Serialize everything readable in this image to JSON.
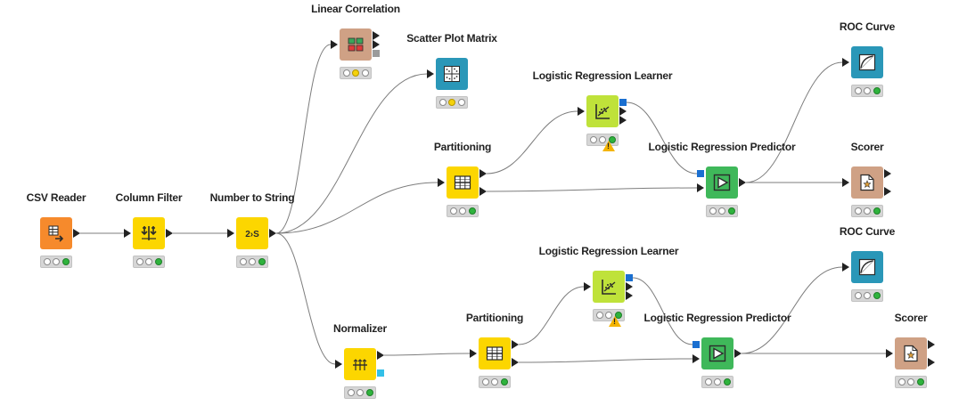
{
  "colors": {
    "reader": "#f68a2c",
    "manipulator": "#fcd600",
    "learner": "#bfe23a",
    "predictor": "#3fb85a",
    "visualizer": "#2a97b8",
    "other": "#cfa185",
    "model_port": "#1a6fd0",
    "data_port": "#222222",
    "gray_port": "#9b9b9b",
    "cyan_port": "#33c0e8",
    "warning": "#f4b400"
  },
  "nodes": [
    {
      "id": "csv_reader",
      "label": "CSV Reader",
      "kind": "reader",
      "icon": "table-arrow-icon",
      "status": [
        "off",
        "off",
        "green"
      ],
      "inputs": 0,
      "outputs": [
        "data"
      ]
    },
    {
      "id": "column_filter",
      "label": "Column Filter",
      "kind": "manipulator",
      "icon": "column-filter-icon",
      "status": [
        "off",
        "off",
        "green"
      ],
      "inputs": 1,
      "outputs": [
        "data"
      ]
    },
    {
      "id": "number_to_string",
      "label": "Number to String",
      "kind": "manipulator",
      "icon": "number-to-string-icon",
      "icon_text": "2›S",
      "status": [
        "off",
        "off",
        "green"
      ],
      "inputs": 1,
      "outputs": [
        "data"
      ]
    },
    {
      "id": "linear_correlation",
      "label": "Linear Correlation",
      "kind": "other",
      "icon": "correlation-matrix-icon",
      "status": [
        "off",
        "yellow",
        "off"
      ],
      "inputs": 1,
      "outputs": [
        "data",
        "data",
        "gray"
      ]
    },
    {
      "id": "scatter_plot_matrix",
      "label": "Scatter Plot Matrix",
      "kind": "visualizer",
      "icon": "scatter-matrix-icon",
      "status": [
        "off",
        "yellow",
        "off"
      ],
      "inputs": 1,
      "outputs": []
    },
    {
      "id": "partitioning_1",
      "label": "Partitioning",
      "kind": "manipulator",
      "icon": "partition-icon",
      "status": [
        "off",
        "off",
        "green"
      ],
      "inputs": 1,
      "outputs": [
        "data",
        "data"
      ]
    },
    {
      "id": "lr_learner_1",
      "label": "Logistic Regression Learner",
      "kind": "learner",
      "icon": "regression-learner-icon",
      "status": [
        "off",
        "off",
        "green"
      ],
      "warning": true,
      "inputs": 1,
      "outputs": [
        "model",
        "data",
        "data"
      ]
    },
    {
      "id": "lr_predictor_1",
      "label": "Logistic Regression Predictor",
      "kind": "predictor",
      "icon": "predictor-icon",
      "status": [
        "off",
        "off",
        "green"
      ],
      "inputs": 2,
      "outputs": [
        "data"
      ]
    },
    {
      "id": "roc_curve_1",
      "label": "ROC Curve",
      "kind": "visualizer",
      "icon": "roc-curve-icon",
      "status": [
        "off",
        "off",
        "green"
      ],
      "inputs": 1,
      "outputs": []
    },
    {
      "id": "scorer_1",
      "label": "Scorer",
      "kind": "other",
      "icon": "scorer-icon",
      "status": [
        "off",
        "off",
        "green"
      ],
      "inputs": 1,
      "outputs": [
        "data",
        "data"
      ]
    },
    {
      "id": "normalizer",
      "label": "Normalizer",
      "kind": "manipulator",
      "icon": "normalizer-icon",
      "status": [
        "off",
        "off",
        "green"
      ],
      "inputs": 1,
      "outputs": [
        "data",
        "cyan"
      ]
    },
    {
      "id": "partitioning_2",
      "label": "Partitioning",
      "kind": "manipulator",
      "icon": "partition-icon",
      "status": [
        "off",
        "off",
        "green"
      ],
      "inputs": 1,
      "outputs": [
        "data",
        "data"
      ]
    },
    {
      "id": "lr_learner_2",
      "label": "Logistic Regression Learner",
      "kind": "learner",
      "icon": "regression-learner-icon",
      "status": [
        "off",
        "off",
        "green"
      ],
      "warning": true,
      "inputs": 1,
      "outputs": [
        "model",
        "data",
        "data"
      ]
    },
    {
      "id": "lr_predictor_2",
      "label": "Logistic Regression Predictor",
      "kind": "predictor",
      "icon": "predictor-icon",
      "status": [
        "off",
        "off",
        "green"
      ],
      "inputs": 2,
      "outputs": [
        "data"
      ]
    },
    {
      "id": "roc_curve_2",
      "label": "ROC Curve",
      "kind": "visualizer",
      "icon": "roc-curve-icon",
      "status": [
        "off",
        "off",
        "green"
      ],
      "inputs": 1,
      "outputs": []
    },
    {
      "id": "scorer_2",
      "label": "Scorer",
      "kind": "other",
      "icon": "scorer-icon",
      "status": [
        "off",
        "off",
        "green"
      ],
      "inputs": 1,
      "outputs": [
        "data",
        "data"
      ]
    }
  ],
  "connections": [
    {
      "from": "csv_reader",
      "to": "column_filter"
    },
    {
      "from": "column_filter",
      "to": "number_to_string"
    },
    {
      "from": "number_to_string",
      "to": "linear_correlation"
    },
    {
      "from": "number_to_string",
      "to": "scatter_plot_matrix"
    },
    {
      "from": "number_to_string",
      "to": "partitioning_1"
    },
    {
      "from": "number_to_string",
      "to": "normalizer"
    },
    {
      "from": "partitioning_1",
      "to": "lr_learner_1"
    },
    {
      "from": "partitioning_1",
      "to": "lr_predictor_1"
    },
    {
      "from": "lr_learner_1",
      "to": "lr_predictor_1",
      "port": "model"
    },
    {
      "from": "lr_predictor_1",
      "to": "roc_curve_1"
    },
    {
      "from": "lr_predictor_1",
      "to": "scorer_1"
    },
    {
      "from": "normalizer",
      "to": "partitioning_2"
    },
    {
      "from": "partitioning_2",
      "to": "lr_learner_2"
    },
    {
      "from": "partitioning_2",
      "to": "lr_predictor_2"
    },
    {
      "from": "lr_learner_2",
      "to": "lr_predictor_2",
      "port": "model"
    },
    {
      "from": "lr_predictor_2",
      "to": "roc_curve_2"
    },
    {
      "from": "lr_predictor_2",
      "to": "scorer_2"
    }
  ]
}
